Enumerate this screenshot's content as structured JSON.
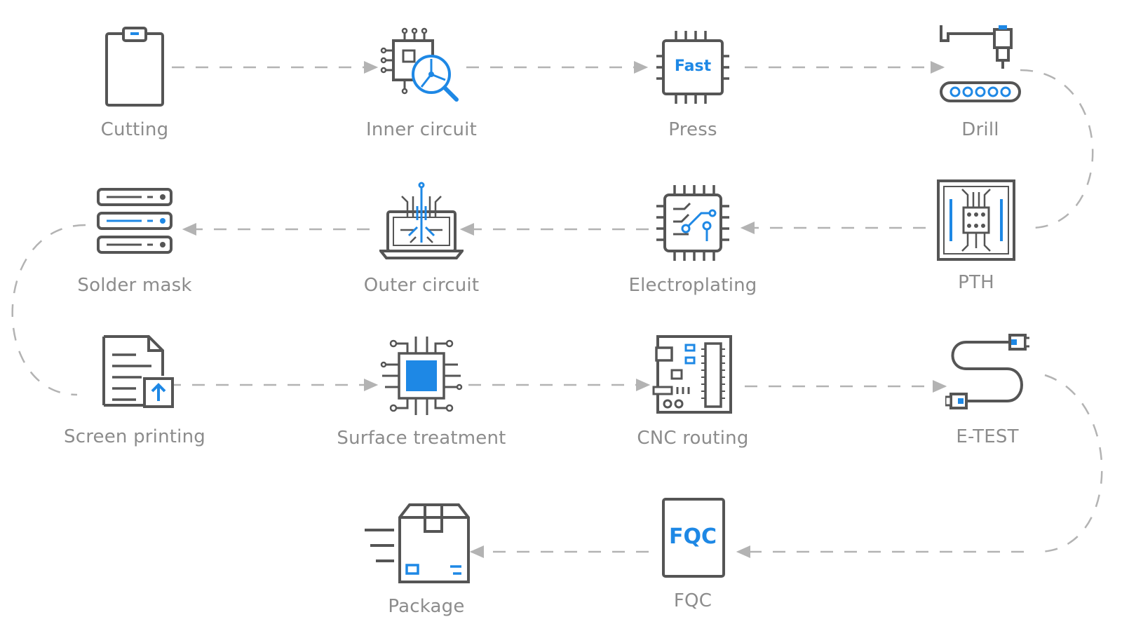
{
  "steps": [
    {
      "label": "Cutting"
    },
    {
      "label": "Inner circuit"
    },
    {
      "label": "Press",
      "chip_text": "Fast"
    },
    {
      "label": "Drill"
    },
    {
      "label": "PTH"
    },
    {
      "label": "Electroplating"
    },
    {
      "label": "Outer circuit"
    },
    {
      "label": "Solder mask"
    },
    {
      "label": "Screen printing"
    },
    {
      "label": "Surface treatment"
    },
    {
      "label": "CNC routing"
    },
    {
      "label": "E-TEST"
    },
    {
      "label": "FQC",
      "box_text": "FQC"
    },
    {
      "label": "Package"
    }
  ],
  "colors": {
    "icon_gray": "#555555",
    "accent_blue": "#1e88e5",
    "line_gray": "#b3b3b3",
    "label_gray": "#8c8c8c"
  }
}
